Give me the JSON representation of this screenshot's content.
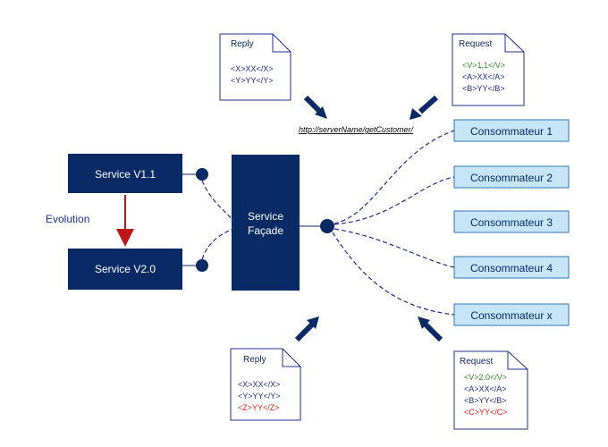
{
  "url": "http://serverName/getCustomer/",
  "evolution_label": "Evolution",
  "services": {
    "v1": "Service V1.1",
    "v2": "Service V2.0",
    "facade_line1": "Service",
    "facade_line2": "Façade"
  },
  "consumers": [
    "Consommateur 1",
    "Consommateur 2",
    "Consommateur 3",
    "Consommateur 4",
    "Consommateur x"
  ],
  "docs": {
    "reply_top": {
      "title": "Reply",
      "lines": [
        "<X>XX</X>",
        "<Y>YY</Y>"
      ]
    },
    "request_top": {
      "title": "Request",
      "lines": [
        "<V>1.1</V>",
        "<A>XX</A>",
        "<B>YY</B>"
      ]
    },
    "reply_bottom": {
      "title": "Reply",
      "lines": [
        "<X>XX</X>",
        "<Y>YY</Y>",
        "<Z>YY</Z>"
      ]
    },
    "request_bottom": {
      "title": "Request",
      "lines": [
        "<V>2.0</V>",
        "<A>XX</A>",
        "<B>YY</B>",
        "<C>YY</C>"
      ]
    }
  },
  "colors": {
    "navy": "#0a2a66",
    "consumer_fill": "#c6e6f8",
    "consumer_stroke": "#2e75b6",
    "green": "#2e8b22",
    "red": "#e0201c",
    "arrow_red": "#c0161a",
    "link_dash": "#1f2f8a"
  }
}
